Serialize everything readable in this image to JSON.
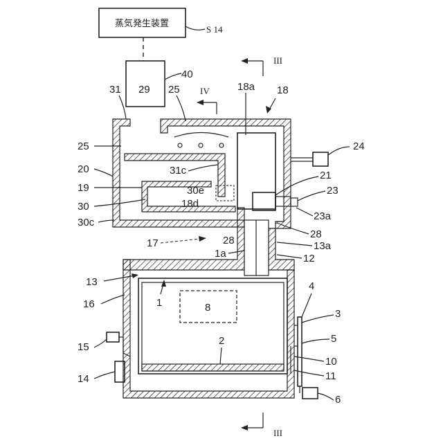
{
  "diagram": {
    "steam_box_text": "蒸気発生装置",
    "labels": {
      "s14": "S 14",
      "n40": "40",
      "n31": "31",
      "n29": "29",
      "n25a": "25",
      "n25b": "25",
      "n18a": "18a",
      "n18": "18",
      "n24": "24",
      "n20": "20",
      "n31c": "31c",
      "n21": "21",
      "n23": "23",
      "n19": "19",
      "n30e": "30e",
      "n30": "30",
      "n18d": "18d",
      "n23a": "23a",
      "n30c": "30c",
      "n28a": "28",
      "n28b": "28",
      "n17": "17",
      "n13a": "13a",
      "n1a": "1a",
      "n12": "12",
      "n13": "13",
      "n4": "4",
      "n16": "16",
      "n1": "1",
      "n8": "8",
      "n3": "3",
      "n5": "5",
      "n15": "15",
      "n2": "2",
      "n10": "10",
      "n14": "14",
      "n11": "11",
      "n6": "6"
    },
    "section_marks": {
      "iii_top": "III",
      "iii_bottom": "III",
      "iv": "IV"
    }
  }
}
